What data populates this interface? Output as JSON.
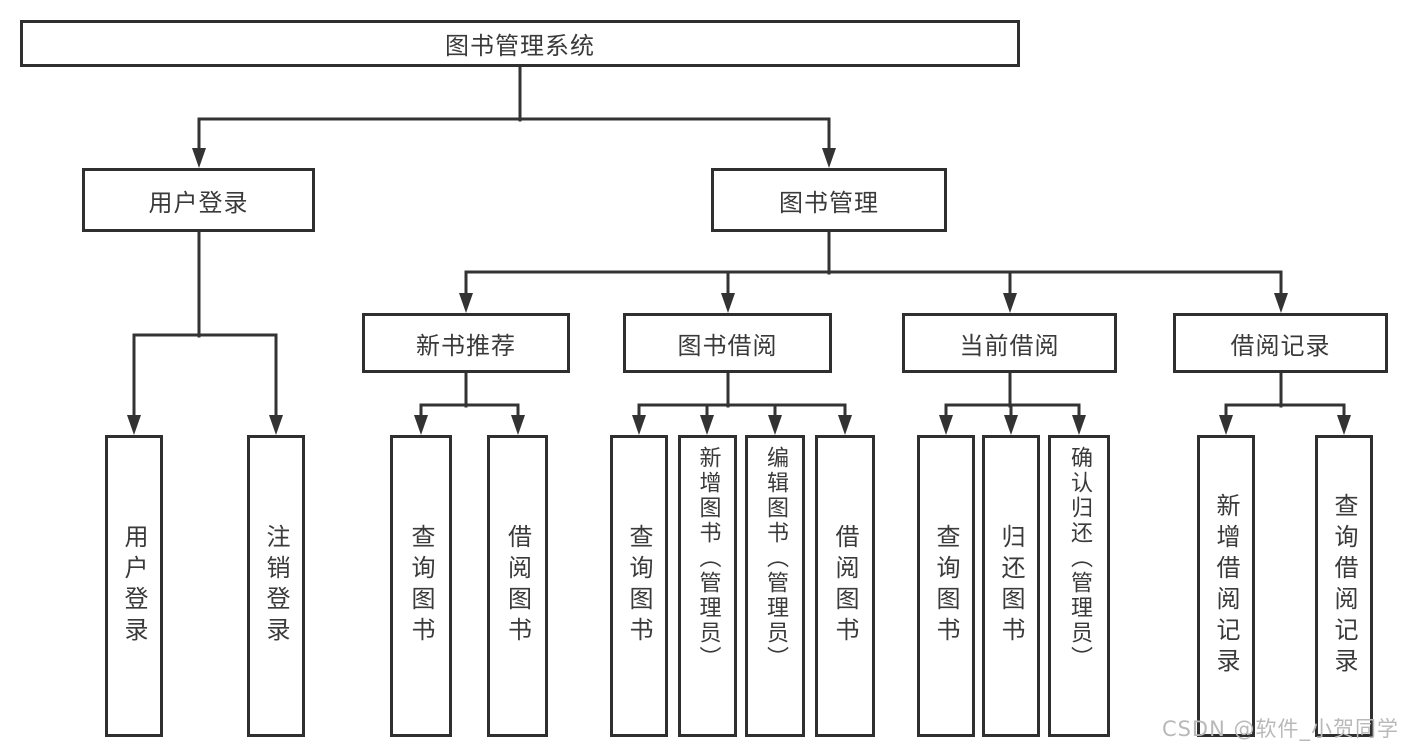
{
  "tree": {
    "label": "图书管理系统",
    "children": [
      {
        "label": "用户登录",
        "children": [
          {
            "label": "用户登录"
          },
          {
            "label": "注销登录"
          }
        ]
      },
      {
        "label": "图书管理",
        "children": [
          {
            "label": "新书推荐",
            "children": [
              {
                "label": "查询图书"
              },
              {
                "label": "借阅图书"
              }
            ]
          },
          {
            "label": "图书借阅",
            "children": [
              {
                "label": "查询图书"
              },
              {
                "label": "新增图书（管理员）"
              },
              {
                "label": "编辑图书（管理员）"
              },
              {
                "label": "借阅图书"
              }
            ]
          },
          {
            "label": "当前借阅",
            "children": [
              {
                "label": "查询图书"
              },
              {
                "label": "归还图书"
              },
              {
                "label": "确认归还（管理员）"
              }
            ]
          },
          {
            "label": "借阅记录",
            "children": [
              {
                "label": "新增借阅记录"
              },
              {
                "label": "查询借阅记录"
              }
            ]
          }
        ]
      }
    ]
  },
  "watermark": "CSDN @软件_小贺同学",
  "colors": {
    "line": "#333333",
    "box_border": "#2f2f2f",
    "box_background": "#ffffff",
    "text": "#3a3a3a",
    "watermark": "#b9b9b9"
  }
}
